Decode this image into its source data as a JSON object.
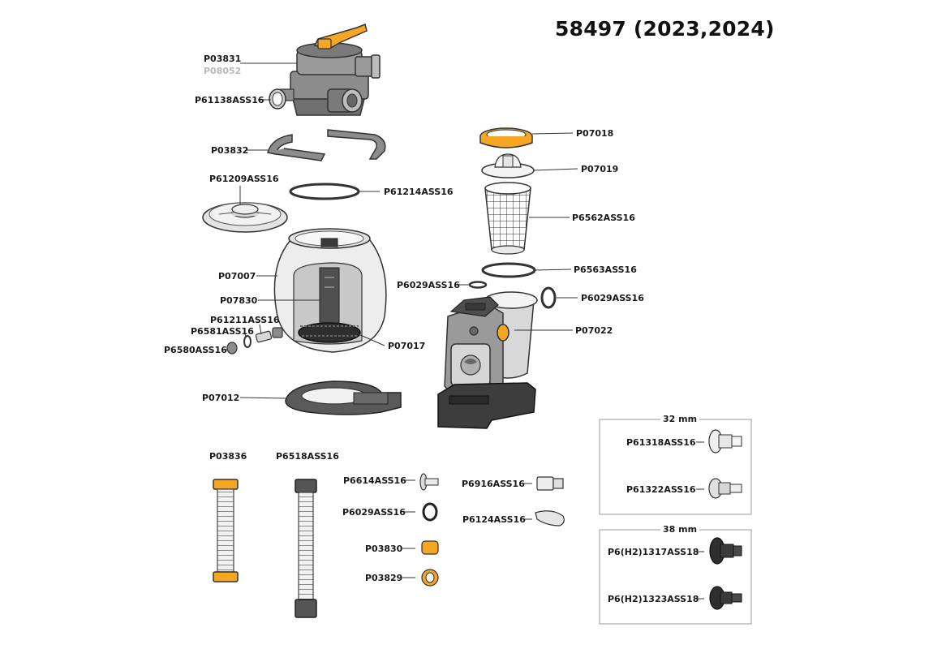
{
  "title": "58497 (2023,2024)",
  "labels": {
    "valve": "P03831",
    "valve_alt": "P08052",
    "gauge": "P61138ASS16",
    "clamp": "P03832",
    "cover": "P61209ASS16",
    "tank_oring": "P61214ASS16",
    "tank": "P07007",
    "pipe": "P07830",
    "drain_cap_a": "P61211ASS16",
    "drain_oring": "P6581ASS16",
    "drain_cap_b": "P6580ASS16",
    "laterals": "P07017",
    "base": "P07012",
    "lock_ring": "P07018",
    "strainer_lid": "P07019",
    "strainer": "P6562ASS16",
    "strainer_oring": "P6563ASS16",
    "oring_small_left": "P6029ASS16",
    "oring_small_right": "P6029ASS16",
    "pump": "P07022",
    "hose_yellow": "P03836",
    "hose_gray": "P6518ASS16",
    "plunger": "P6614ASS16",
    "oring_list": "P6029ASS16",
    "nut": "P03830",
    "collar": "P03829",
    "adapter": "P6916ASS16",
    "clip": "P6124ASS16",
    "box32_title": "32 mm",
    "box32_item1": "P61318ASS16",
    "box32_item2": "P61322ASS16",
    "box38_title": "38 mm",
    "box38_item1": "P6(H2)1317ASS18",
    "box38_item2": "P6(H2)1323ASS18"
  },
  "colors": {
    "accent": "#f5a623",
    "gray_part": "#7d7d7d",
    "light_part": "#ececec",
    "dark_part": "#333333"
  },
  "icons": [
    "valve-icon",
    "gauge-icon",
    "pump-icon",
    "hose-icon",
    "fitting-icon"
  ]
}
